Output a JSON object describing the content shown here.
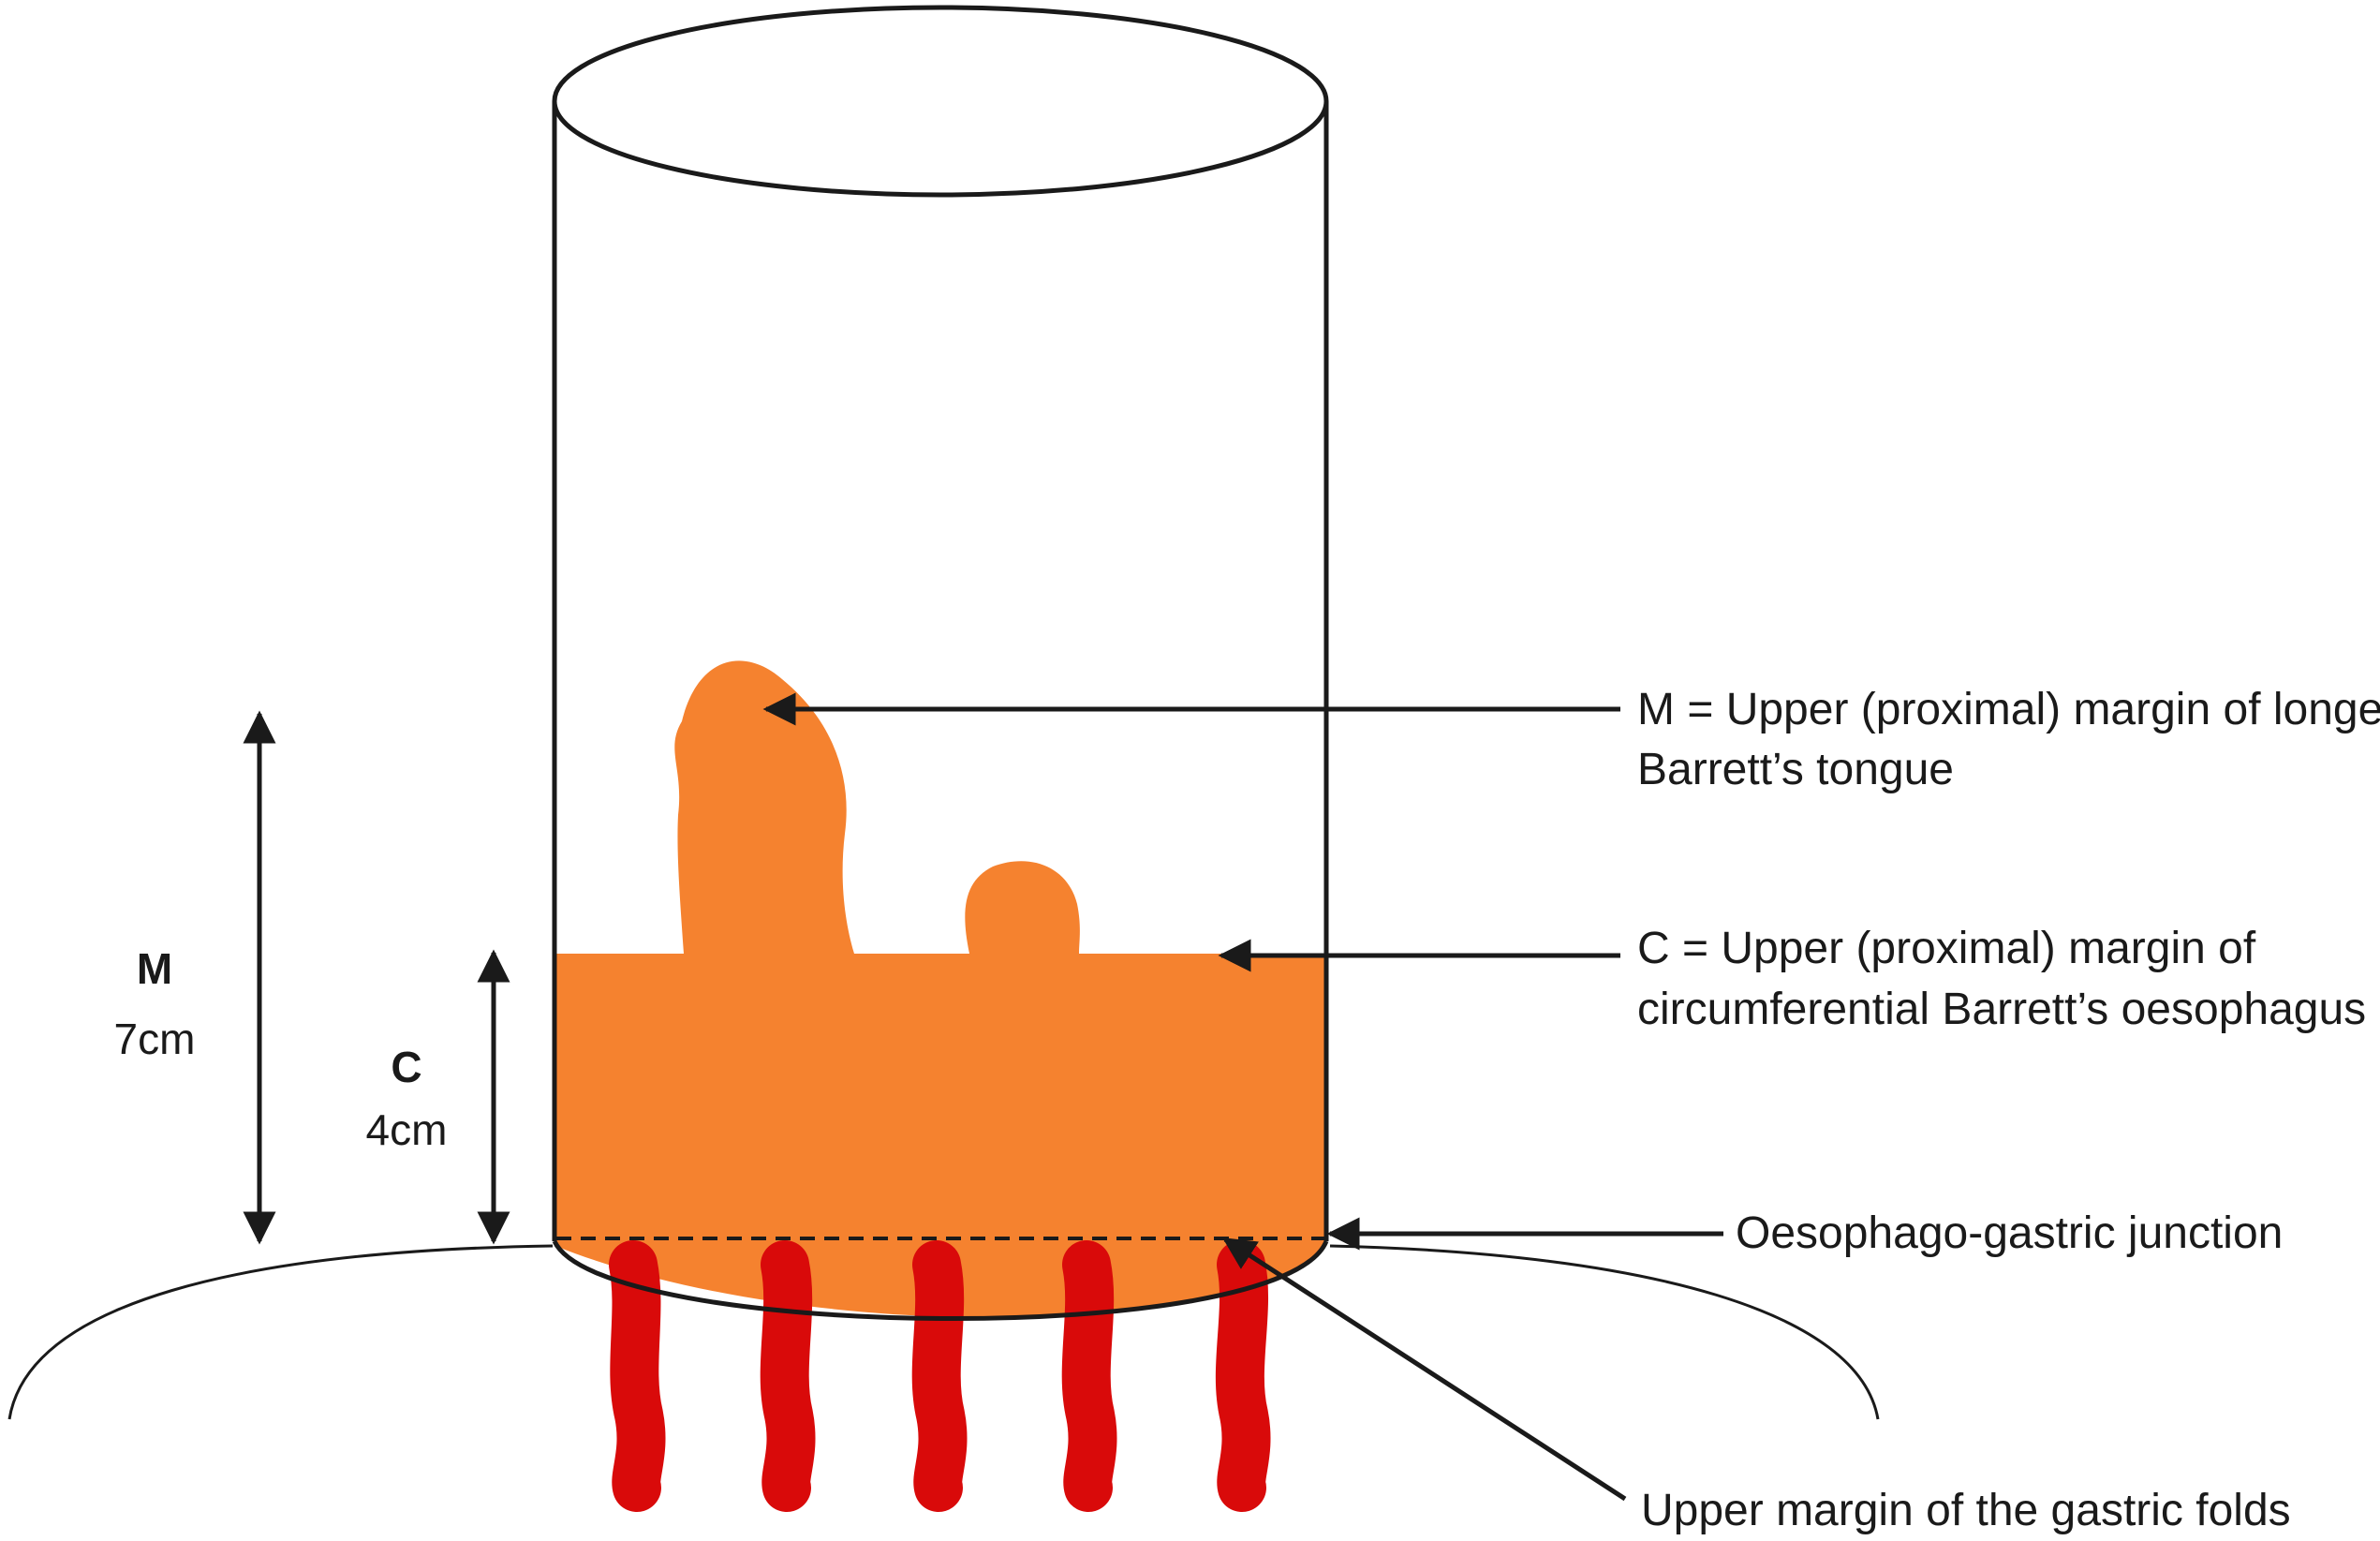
{
  "measurements": {
    "m": {
      "letter": "M",
      "value": "7cm"
    },
    "c": {
      "letter": "C",
      "value": "4cm"
    }
  },
  "labels": {
    "m_line1": "M = Upper (proximal) margin of longest",
    "m_line2": "Barrett’s tongue",
    "c_line1": "C = Upper (proximal) margin of",
    "c_line2": "circumferential Barrett’s oesophagus",
    "ogj": "Oesophago-gastric junction",
    "folds": "Upper margin of the gastric folds"
  },
  "colors": {
    "barrett": "#F5822F",
    "gastric_folds": "#D90A0A",
    "outline": "#1a1a1a"
  }
}
